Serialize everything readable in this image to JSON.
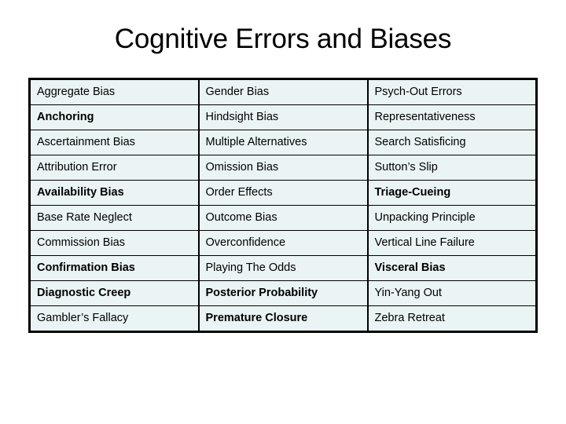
{
  "slide": {
    "title": "Cognitive Errors and Biases",
    "background_color": "#ffffff",
    "text_color": "#000000"
  },
  "table": {
    "cell_background_color": "#eaf4f4",
    "border_color": "#000000",
    "column_count": 3,
    "row_count": 10,
    "rows": [
      [
        {
          "text": "Aggregate Bias",
          "bold": false
        },
        {
          "text": "Gender Bias",
          "bold": false
        },
        {
          "text": "Psych-Out Errors",
          "bold": false
        }
      ],
      [
        {
          "text": "Anchoring",
          "bold": true
        },
        {
          "text": "Hindsight Bias",
          "bold": false
        },
        {
          "text": "Representativeness",
          "bold": false
        }
      ],
      [
        {
          "text": "Ascertainment Bias",
          "bold": false
        },
        {
          "text": "Multiple Alternatives",
          "bold": false
        },
        {
          "text": "Search Satisficing",
          "bold": false
        }
      ],
      [
        {
          "text": "Attribution Error",
          "bold": false
        },
        {
          "text": "Omission Bias",
          "bold": false
        },
        {
          "text": "Sutton’s Slip",
          "bold": false
        }
      ],
      [
        {
          "text": "Availability Bias",
          "bold": true
        },
        {
          "text": "Order Effects",
          "bold": false
        },
        {
          "text": "Triage-Cueing",
          "bold": true
        }
      ],
      [
        {
          "text": "Base Rate Neglect",
          "bold": false
        },
        {
          "text": "Outcome Bias",
          "bold": false
        },
        {
          "text": "Unpacking Principle",
          "bold": false
        }
      ],
      [
        {
          "text": "Commission Bias",
          "bold": false
        },
        {
          "text": "Overconfidence",
          "bold": false
        },
        {
          "text": "Vertical Line Failure",
          "bold": false
        }
      ],
      [
        {
          "text": "Confirmation Bias",
          "bold": true
        },
        {
          "text": "Playing The Odds",
          "bold": false
        },
        {
          "text": "Visceral Bias",
          "bold": true
        }
      ],
      [
        {
          "text": "Diagnostic Creep",
          "bold": true
        },
        {
          "text": "Posterior Probability",
          "bold": true
        },
        {
          "text": "Yin-Yang Out",
          "bold": false
        }
      ],
      [
        {
          "text": "Gambler’s Fallacy",
          "bold": false
        },
        {
          "text": "Premature Closure",
          "bold": true
        },
        {
          "text": "Zebra Retreat",
          "bold": false
        }
      ]
    ]
  }
}
